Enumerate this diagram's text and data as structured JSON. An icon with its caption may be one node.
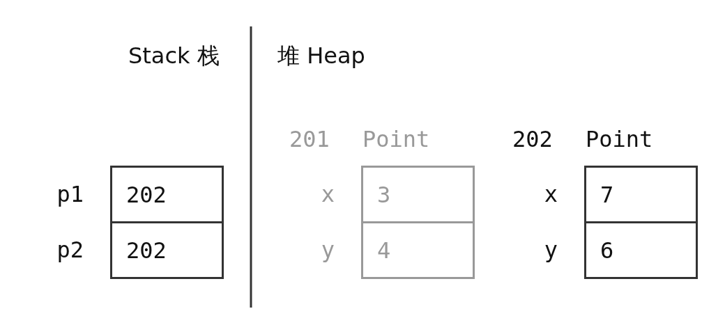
{
  "diagram": {
    "nodes": [
      {
        "text": [
          "202"
        ],
        "beside": [
          "p1"
        ]
      },
      {
        "text": [
          "202"
        ],
        "beside": [
          "p2"
        ]
      },
      {
        "text": [
          "3"
        ],
        "beside": [
          "x"
        ]
      },
      {
        "text": [
          "4"
        ],
        "beside": [
          "y"
        ]
      },
      {
        "text": [
          "7"
        ],
        "beside": [
          "x"
        ]
      },
      {
        "text": [
          "6"
        ],
        "beside": [
          "y"
        ]
      }
    ],
    "labels": [
      "Stack 栈",
      "堆 Heap",
      "201",
      "Point",
      "202",
      "Point"
    ]
  }
}
